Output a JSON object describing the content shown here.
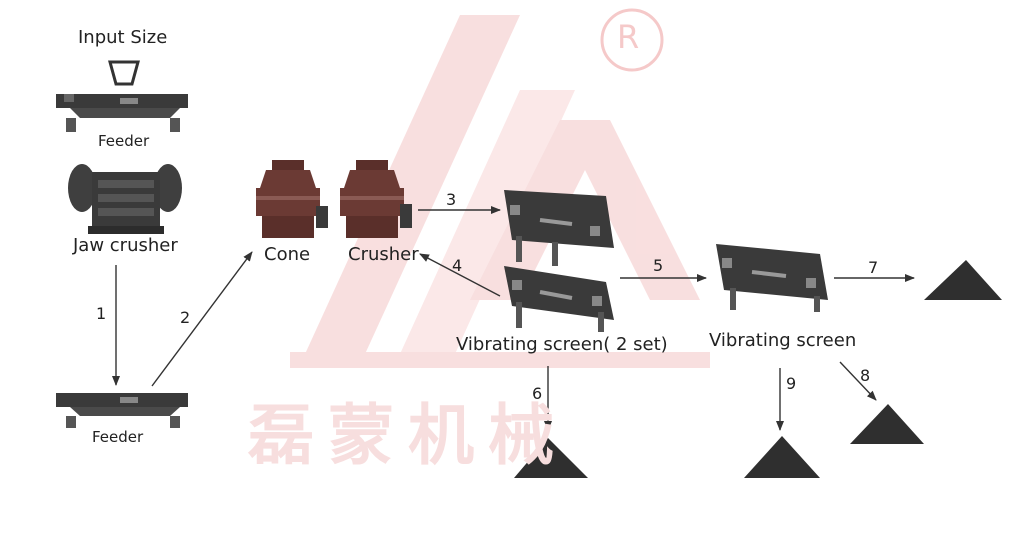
{
  "labels": {
    "input_size": "Input Size",
    "feeder_top": "Feeder",
    "jaw_crusher": "Jaw crusher",
    "feeder_bottom": "Feeder",
    "cone": "Cone",
    "crusher": "Crusher",
    "vibrating_screen_2set": "Vibrating screen( 2 set)",
    "vibrating_screen": "Vibrating screen"
  },
  "steps": [
    "1",
    "2",
    "3",
    "4",
    "5",
    "6",
    "7",
    "8",
    "9"
  ],
  "watermark": {
    "registered": "R",
    "chinese": "磊蒙机械"
  },
  "colors": {
    "machine": "#3a3a3a",
    "crusher_red": "#6b3a34",
    "pile": "#2f2f2f",
    "arrow": "#333333",
    "watermark": "#f5d3d3"
  }
}
